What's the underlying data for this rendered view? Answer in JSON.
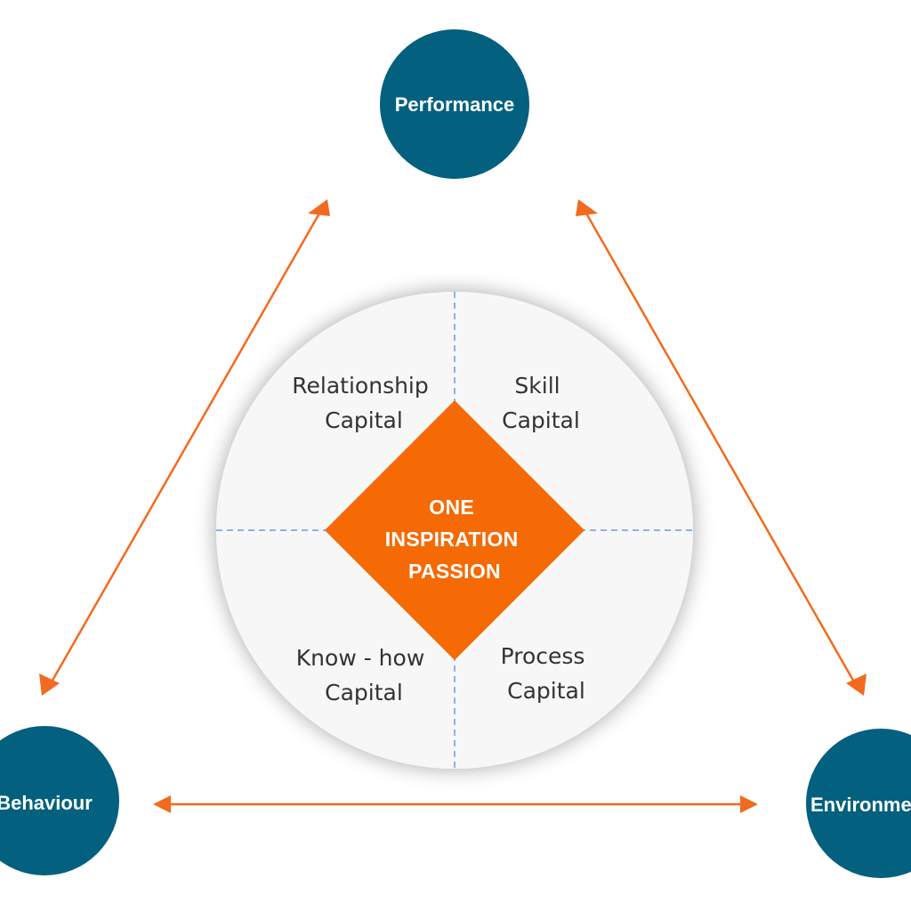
{
  "colors": {
    "node_fill": "#03607f",
    "arrow": "#f26a1f",
    "core_fill": "#f56a04",
    "divider": "#8fb0e8",
    "disc_fill": "#f7f7f7"
  },
  "nodes": {
    "top": "Performance",
    "left": "Behaviour",
    "right": "Environment"
  },
  "quadrants": {
    "top_left": [
      "Relationship",
      "Capital"
    ],
    "top_right": [
      "Skill",
      "Capital"
    ],
    "bottom_left": [
      "Know - how",
      "Capital"
    ],
    "bottom_right": [
      "Process",
      "Capital"
    ]
  },
  "core": [
    "ONE",
    "INSPIRATION",
    "PASSION"
  ]
}
